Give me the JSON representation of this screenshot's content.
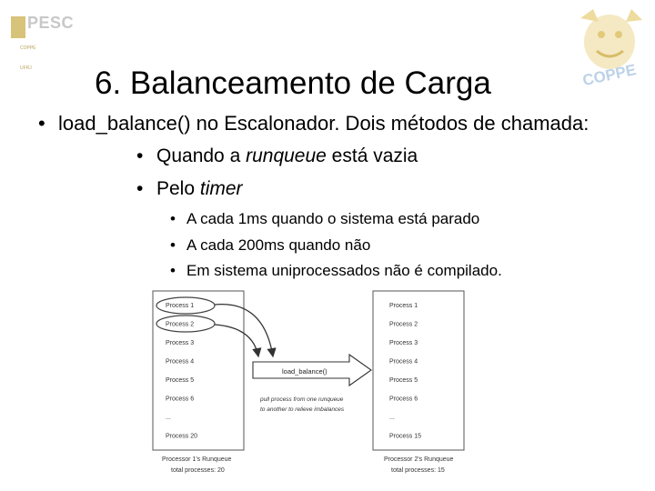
{
  "logos": {
    "left_name": "PESC",
    "left_sub1": "COPPE",
    "left_sub2": "UFRJ",
    "right_name": "COPPE"
  },
  "title": "6. Balanceamento de Carga",
  "bullets": {
    "main": "load_balance() no Escalonador. Dois métodos de chamada:",
    "sub1_prefix": "Quando a ",
    "sub1_em": "runqueue",
    "sub1_suffix": " está vazia",
    "sub2_prefix": "Pelo ",
    "sub2_em": "timer",
    "subsub1": "A cada 1ms quando o sistema está parado",
    "subsub2": "A cada 200ms quando não",
    "subsub3": "Em sistema uniprocessados não é compilado."
  },
  "diagram": {
    "queue1": [
      "Process 1",
      "Process 2",
      "Process 3",
      "Process 4",
      "Process 5",
      "Process 6",
      "...",
      "Process 20"
    ],
    "queue1_title": "Processor 1's Runqueue",
    "queue1_total": "total processes: 20",
    "queue2": [
      "Process 1",
      "Process 2",
      "Process 3",
      "Process 4",
      "Process 5",
      "Process 6",
      "...",
      "Process 15"
    ],
    "queue2_title": "Processor 2's Runqueue",
    "queue2_total": "total processes: 15",
    "function_label": "load_balance()",
    "note_line1": "pull process from one runqueue",
    "note_line2": "to another to relieve imbalances"
  }
}
